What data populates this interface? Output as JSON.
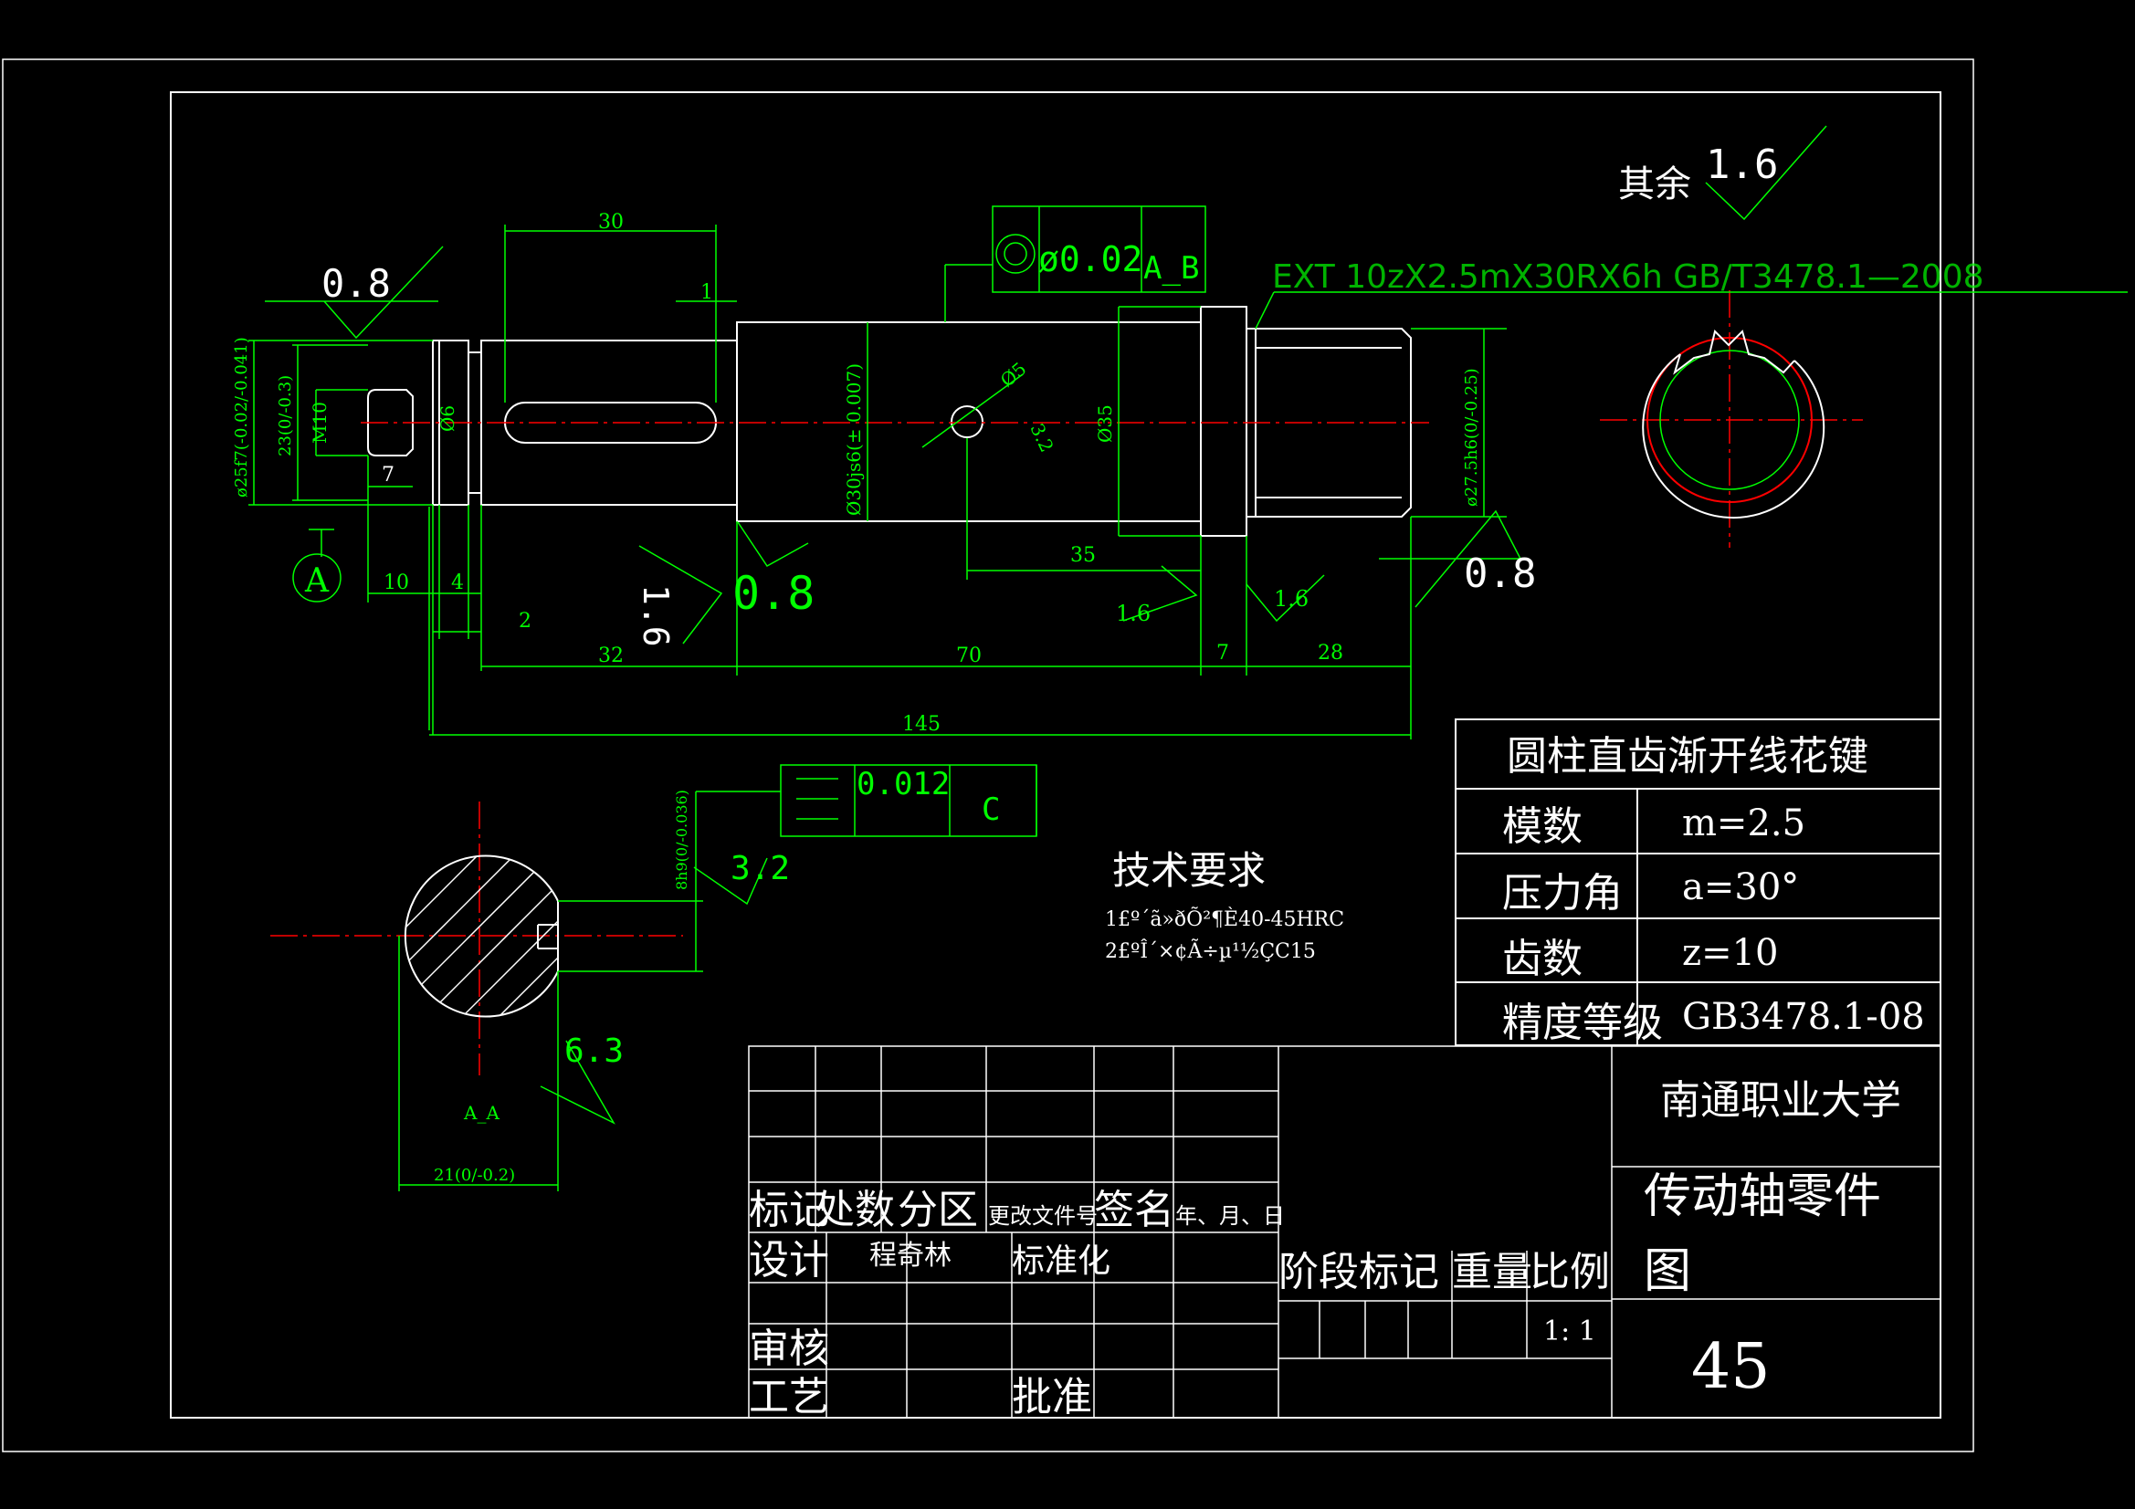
{
  "rough_general": {
    "prefix": "其余",
    "value": "1.6"
  },
  "spline_callout": "EXT 10zX2.5mX30RX6h GB/T3478.1—2008",
  "dims": {
    "d30": "30",
    "d1": "1",
    "d10": "10",
    "d4": "4",
    "d2": "2",
    "d7a": "7",
    "d32": "32",
    "d70": "70",
    "d7b": "7",
    "d28": "28",
    "d35": "35",
    "d145": "145",
    "dia5": "Ø5",
    "dia6": "Ø6",
    "m10": "M10",
    "dia25": "ø25f7(-0.02/-0.041)",
    "d23": "23(0/-0.3)",
    "dia30": "Ø30js6(± 0.007)",
    "dia35": "Ø35",
    "dia275": "ø27.5h6(0/-0.25)",
    "d8h9": "8h9(0/-0.036)",
    "d21": "21(0/-0.2)",
    "depth32": "3.2"
  },
  "roughness": {
    "r08_left": "0.8",
    "r16_rot": "1.6",
    "r08_mid": "0.8",
    "r16_a": "1.6",
    "r16_b": "1.6",
    "r08_right": "0.8",
    "r32": "3.2",
    "r63": "6.3"
  },
  "gdt": {
    "coax_tol": "ø0.02",
    "coax_datum": "A_B",
    "par_tol": "0.012",
    "par_datum": "C"
  },
  "datum_a": "A",
  "section_label": "A_A",
  "tech_req": {
    "title": "技术要求",
    "line1": "1£º´ã»ðÕ²¶È40-45HRC",
    "line2": "2£ºÎ´×¢Ã÷µ¹½ÇC15"
  },
  "spline_table": {
    "title": "圆柱直齿渐开线花键",
    "rows": [
      {
        "label": "模数",
        "value": "m=2.5"
      },
      {
        "label": "压力角",
        "value": "a=30°"
      },
      {
        "label": "齿数",
        "value": "z=10"
      },
      {
        "label": "精度等级",
        "value": "GB3478.1-08"
      }
    ]
  },
  "title_block": {
    "school": "南通职业大学",
    "part_name_1": "传动轴零件",
    "part_name_2": "图",
    "drawing_no": "45",
    "h_mark": "标记",
    "h_count": "处数",
    "h_zone": "分区",
    "h_doc": "更改文件号",
    "h_sign": "签名",
    "h_date": "年、月、日",
    "designer_label": "设计",
    "designer_name": "程奇林",
    "std_label": "标准化",
    "stage_label": "阶段标记",
    "weight_label": "重量",
    "scale_label": "比例",
    "scale_value": "1: 1",
    "review_label": "审核",
    "process_label": "工艺",
    "approve_label": "批准"
  },
  "colors": {
    "background": "#000000",
    "geometry": "#ffffff",
    "annotation": "#00ff00",
    "centerline": "#ff0000"
  }
}
